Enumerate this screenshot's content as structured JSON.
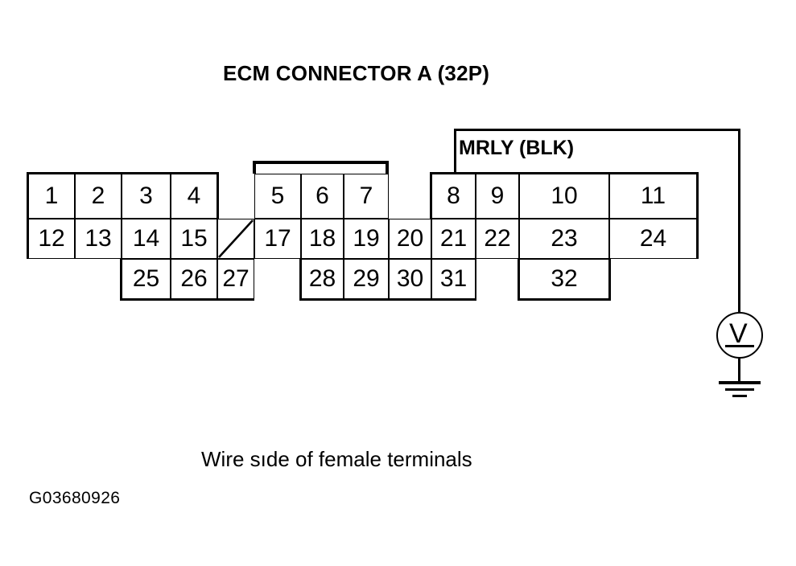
{
  "figure": {
    "title": "ECM CONNECTOR A (32P)",
    "caption": "Wire sıde of female terminals",
    "figure_id": "G03680926",
    "line_color": "#000000",
    "background_color": "#ffffff"
  },
  "callouts": {
    "mrly": {
      "label": "MRLY (BLK)",
      "source_terminal": "8"
    }
  },
  "instrument": {
    "name": "voltmeter",
    "symbol": "V",
    "ground": "chassis-ground"
  },
  "connector": {
    "name": "ECM Connector A",
    "terminal_count": "32",
    "rows": [
      {
        "row": "1",
        "cells": [
          {
            "label": "1",
            "blank": false
          },
          {
            "label": "2",
            "blank": false
          },
          {
            "label": "3",
            "blank": false
          },
          {
            "label": "4",
            "blank": false
          },
          {
            "label": "5",
            "blank": false
          },
          {
            "label": "6",
            "blank": false
          },
          {
            "label": "7",
            "blank": false
          },
          {
            "label": "8",
            "blank": false
          },
          {
            "label": "9",
            "blank": false
          },
          {
            "label": "10",
            "blank": false
          },
          {
            "label": "11",
            "blank": false
          }
        ]
      },
      {
        "row": "2",
        "cells": [
          {
            "label": "12",
            "blank": false
          },
          {
            "label": "13",
            "blank": false
          },
          {
            "label": "14",
            "blank": false
          },
          {
            "label": "15",
            "blank": false
          },
          {
            "label": "",
            "blank": true
          },
          {
            "label": "17",
            "blank": false
          },
          {
            "label": "18",
            "blank": false
          },
          {
            "label": "19",
            "blank": false
          },
          {
            "label": "20",
            "blank": false
          },
          {
            "label": "21",
            "blank": false
          },
          {
            "label": "22",
            "blank": false
          },
          {
            "label": "23",
            "blank": false
          },
          {
            "label": "24",
            "blank": false
          }
        ]
      },
      {
        "row": "3",
        "cells": [
          {
            "label": "25",
            "blank": false
          },
          {
            "label": "26",
            "blank": false
          },
          {
            "label": "27",
            "blank": false
          },
          {
            "label": "28",
            "blank": false
          },
          {
            "label": "29",
            "blank": false
          },
          {
            "label": "30",
            "blank": false
          },
          {
            "label": "31",
            "blank": false
          },
          {
            "label": "32",
            "blank": false
          }
        ]
      }
    ]
  }
}
